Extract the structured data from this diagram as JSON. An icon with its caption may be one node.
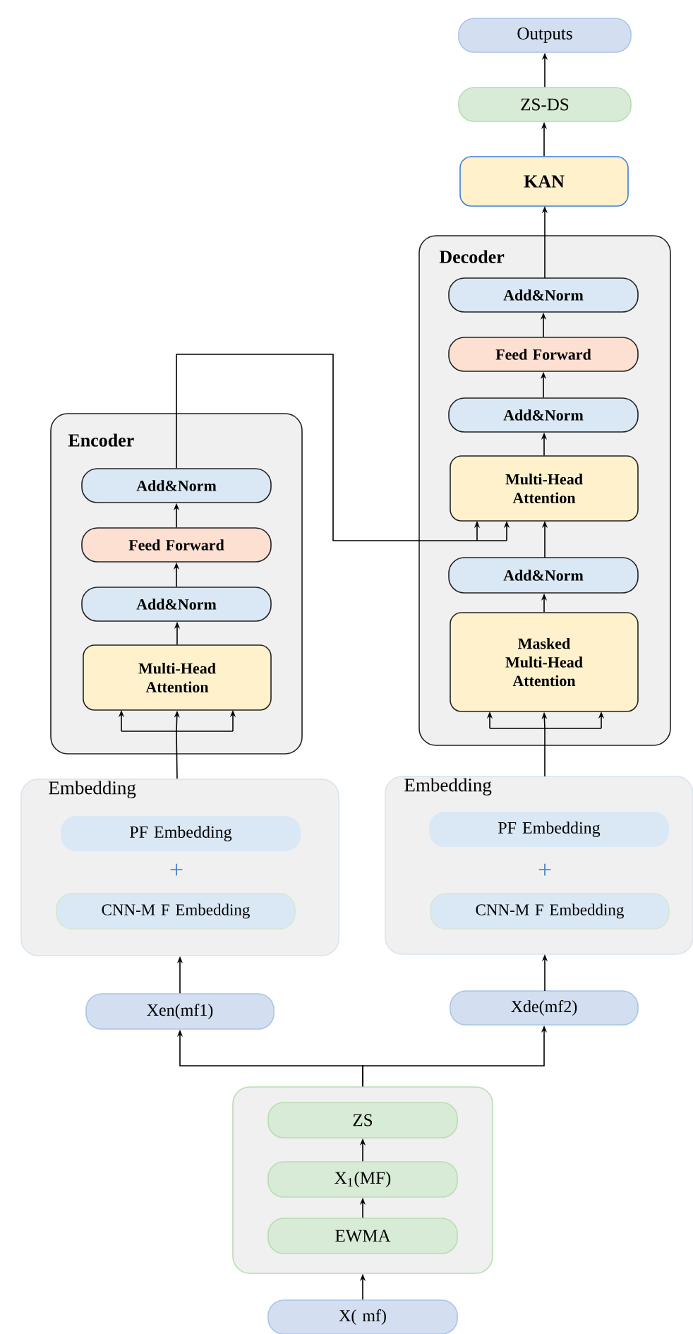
{
  "diagram": {
    "nodes": [
      {
        "text": [
          "Outputs"
        ]
      },
      {
        "text": [
          "ZS-DS"
        ]
      },
      {
        "text": [
          "KAN"
        ]
      },
      {
        "text": [
          "Decoder"
        ]
      },
      {
        "text": [
          "Add&Norm"
        ],
        "in": 3
      },
      {
        "text": [
          "Feed Forward"
        ],
        "in": 3
      },
      {
        "text": [
          "Add&Norm"
        ],
        "in": 3
      },
      {
        "text": [
          "Multi-Head Attention"
        ],
        "in": 3
      },
      {
        "text": [
          "Add&Norm"
        ],
        "in": 3
      },
      {
        "text": [
          "Masked Multi-Head Attention"
        ],
        "in": 3
      },
      {
        "text": [
          "Encoder"
        ]
      },
      {
        "text": [
          "Add&Norm"
        ],
        "in": 10
      },
      {
        "text": [
          "Feed Forward"
        ],
        "in": 10
      },
      {
        "text": [
          "Add&Norm"
        ],
        "in": 10
      },
      {
        "text": [
          "Multi-Head Attention"
        ],
        "in": 10
      },
      {
        "text": [
          "Embedding"
        ]
      },
      {
        "text": [
          "PF Embedding"
        ],
        "in": 15
      },
      {
        "text": [
          "CNN-M F Embedding"
        ],
        "in": 15
      },
      {
        "text": [
          "Embedding"
        ]
      },
      {
        "text": [
          "PF Embedding"
        ],
        "in": 18
      },
      {
        "text": [
          "CNN-M F Embedding"
        ],
        "in": 18
      },
      {
        "text": [
          "Xen(mf1)"
        ]
      },
      {
        "text": [
          "Xde(mf2)"
        ]
      },
      {
        "text": [],
        "shape": "box"
      },
      {
        "text": [
          "ZS"
        ],
        "in": 23
      },
      {
        "text": [
          "X$_{1}$(MF)"
        ],
        "in": 23
      },
      {
        "text": [
          "EWMA"
        ],
        "in": 23
      },
      {
        "text": [
          "X( mf)"
        ]
      }
    ],
    "edges": [
      {
        "from": 27,
        "to": 23,
        "arrow": "to"
      },
      {
        "from": 26,
        "to": 25,
        "arrow": "to"
      },
      {
        "from": 25,
        "to": 24,
        "arrow": "to"
      },
      {
        "from": 23,
        "to": 21,
        "arrow": "to"
      },
      {
        "from": 23,
        "to": 22,
        "arrow": "to"
      },
      {
        "from": 21,
        "to": 15,
        "arrow": "to"
      },
      {
        "from": 22,
        "to": 18,
        "arrow": "to"
      },
      {
        "from": 15,
        "to": 14,
        "arrow": "to"
      },
      {
        "from": 14,
        "to": 13,
        "arrow": "to"
      },
      {
        "from": 13,
        "to": 12,
        "arrow": "to"
      },
      {
        "from": 12,
        "to": 11,
        "arrow": "to"
      },
      {
        "from": 11,
        "to": 7,
        "arrow": "to"
      },
      {
        "from": 18,
        "to": 9,
        "arrow": "to"
      },
      {
        "from": 9,
        "to": 8,
        "arrow": "to"
      },
      {
        "from": 8,
        "to": 7,
        "arrow": "to"
      },
      {
        "from": 7,
        "to": 6,
        "arrow": "to"
      },
      {
        "from": 6,
        "to": 5,
        "arrow": "to"
      },
      {
        "from": 5,
        "to": 4,
        "arrow": "to"
      },
      {
        "from": 4,
        "to": 2,
        "arrow": "to"
      },
      {
        "from": 2,
        "to": 1,
        "arrow": "to"
      },
      {
        "from": 1,
        "to": 0,
        "arrow": "to"
      }
    ],
    "labels": [
      "+",
      "+"
    ]
  }
}
